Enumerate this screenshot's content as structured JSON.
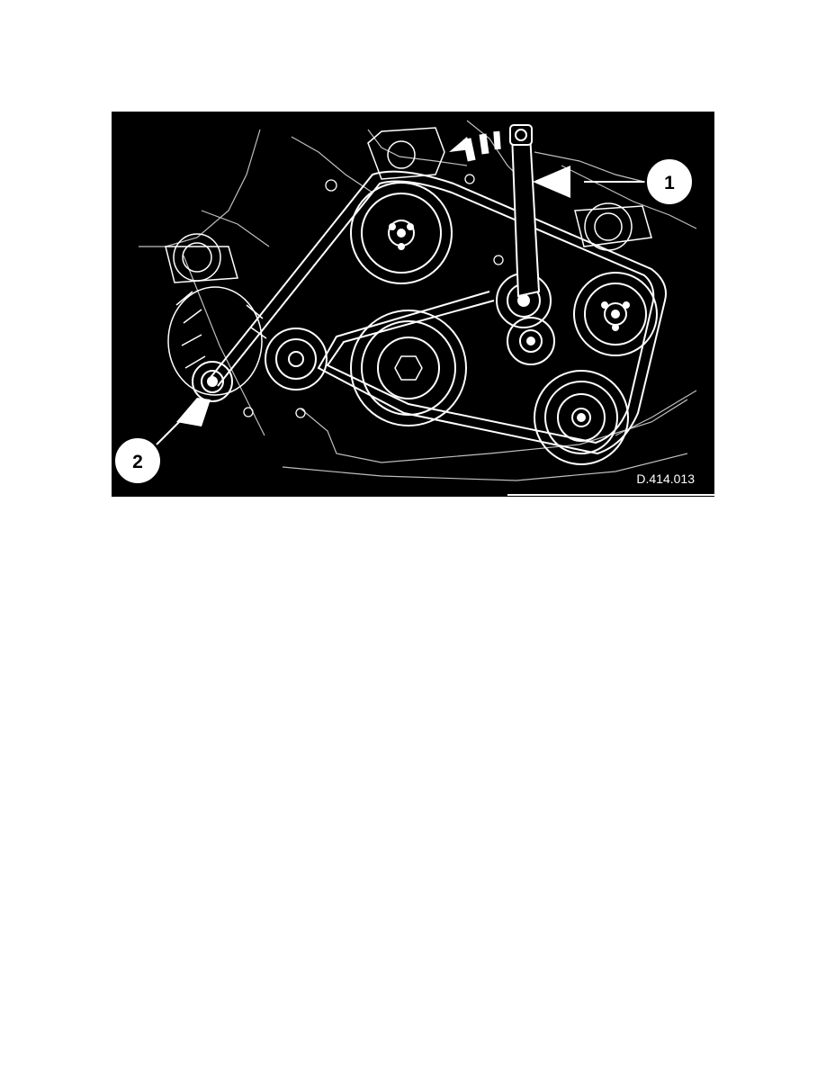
{
  "figure": {
    "callouts": [
      {
        "number": "1",
        "target": "tensioner-tool"
      },
      {
        "number": "2",
        "target": "alternator-pulley"
      }
    ],
    "reference_code": "D.414.013",
    "colors": {
      "background": "#000000",
      "line": "#ffffff",
      "callout_fill": "#ffffff"
    }
  }
}
